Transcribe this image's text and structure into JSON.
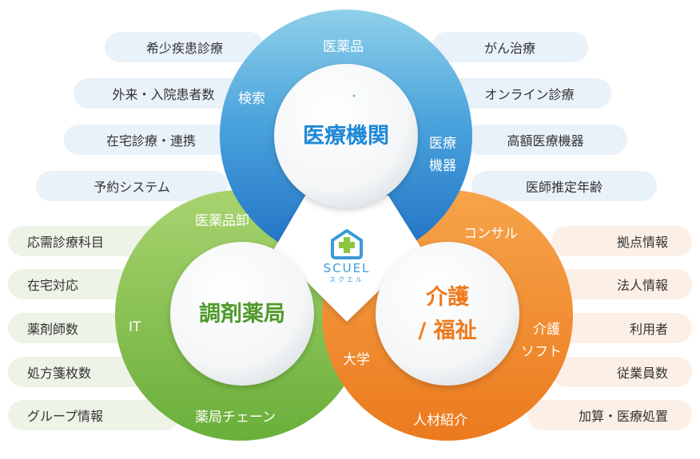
{
  "colors": {
    "blue": "#3a8ed4",
    "green": "#7cbb47",
    "orange": "#f0862c",
    "blue_text": "#1e88d6",
    "green_text": "#4f9a2a",
    "orange_text": "#ee7a1c"
  },
  "medical": {
    "title": "医療機関",
    "ring": {
      "top": "医薬品",
      "left": "検索",
      "right_1": "医療",
      "right_2": "機器"
    },
    "pills_left": [
      "希少疾患診療",
      "外来・入院患者数",
      "在宅診療・連携",
      "予約システム"
    ],
    "pills_right": [
      "がん治療",
      "オンライン診療",
      "高額医療機器",
      "医師推定年齢"
    ]
  },
  "pharmacy": {
    "title": "調剤薬局",
    "ring": {
      "top": "医薬品卸",
      "left": "IT",
      "bottom": "薬局チェーン"
    },
    "pills": [
      "応需診療科目",
      "在宅対応",
      "薬剤師数",
      "処方箋枚数",
      "グループ情報"
    ]
  },
  "care": {
    "title_1": "介護",
    "title_2": "/ 福祉",
    "ring": {
      "top": "コンサル",
      "right_1": "介護",
      "right_2": "ソフト",
      "left": "大学",
      "bottom": "人材紹介"
    },
    "pills": [
      "拠点情報",
      "法人情報",
      "利用者",
      "従業員数",
      "加算・医療処置"
    ]
  },
  "logo": {
    "name": "SCUEL",
    "kana": "スクエル",
    "icon": "house-cross-icon"
  }
}
